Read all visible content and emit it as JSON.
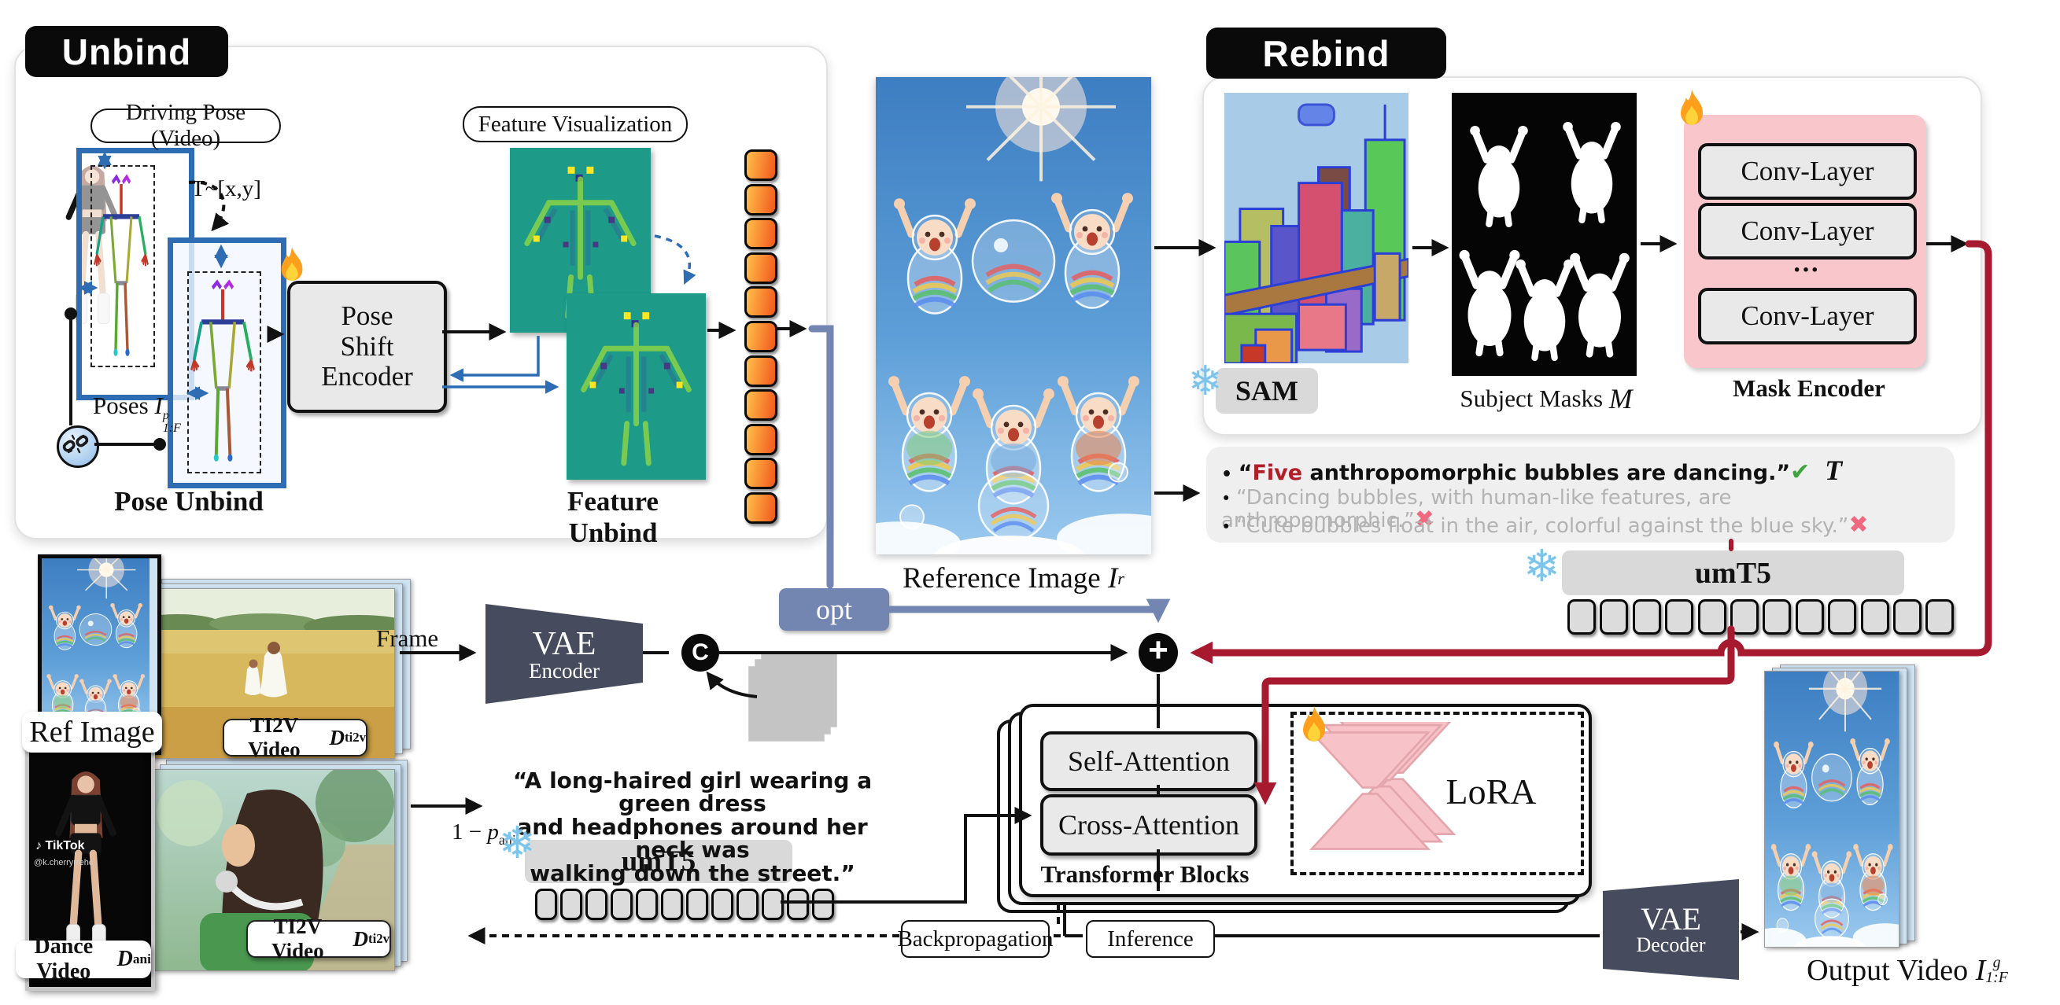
{
  "unbind": {
    "tab": "Unbind",
    "driving_pose_label": "Driving Pose (Video)",
    "transform_label": "T~[x,y]",
    "poses_label": "Poses",
    "poses_var": "I",
    "poses_sup": "p",
    "poses_sub": "1:F",
    "pose_unbind_label": "Pose Unbind",
    "encoder_line1": "Pose",
    "encoder_line2": "Shift",
    "encoder_line3": "Encoder",
    "feature_visualization_label": "Feature Visualization",
    "feature_unbind_label": "Feature Unbind"
  },
  "reference": {
    "caption": "Reference Image",
    "var": "I",
    "sup": "r"
  },
  "rebind": {
    "tab": "Rebind",
    "sam_label": "SAM",
    "subject_masks_label": "Subject Masks",
    "masks_var": "M",
    "mask_encoder_label": "Mask Encoder",
    "conv_layer_label": "Conv-Layer",
    "conv_ellipsis": "···",
    "umt5_label": "umT5",
    "prompt_correct_prefix": "“",
    "prompt_correct_highlight": "Five",
    "prompt_correct_rest": " anthropomorphic bubbles are dancing.”",
    "prompt_correct_mark": "✔",
    "prompt_symbol": "T",
    "prompt_wrong_1": "“Dancing bubbles, with human-like features, are anthropomorphic.”",
    "prompt_wrong_mark_1": "✖",
    "prompt_wrong_2": "“Cute bubbles float in the air, colorful against the blue sky.”",
    "prompt_wrong_mark_2": "✖"
  },
  "training": {
    "frame_label": "Frame",
    "vae_encoder_line1": "VAE",
    "vae_encoder_line2": "Encoder",
    "concat_symbol": "C",
    "opt_label": "opt",
    "add_symbol": "+",
    "ref_image_label": "Ref Image",
    "ti2v_video_label": "TI2V Video",
    "d_var": "D",
    "ti2v_sub": "ti2v",
    "dance_video_label": "Dance Video",
    "dance_sub": "ani",
    "tiktok_label": "TikTok",
    "tiktok_handle": "@k.cherryrrehc",
    "prompt_line1": "“A long-haired girl wearing a green dress",
    "prompt_line2": "and headphones around her neck was",
    "prompt_line3": "walking down the street.”",
    "p_prefix": "1 −",
    "p_var": "p",
    "p_sub": "ani",
    "umt5_label": "umT5",
    "self_attention_label": "Self-Attention",
    "cross_attention_label": "Cross-Attention",
    "transformer_blocks_label": "Transformer Blocks",
    "lora_label": "LoRA",
    "backpropagation_label": "Backpropagation",
    "inference_label": "Inference",
    "vae_decoder_line1": "VAE",
    "vae_decoder_line2": "Decoder",
    "output_caption": "Output Video",
    "output_var": "I",
    "output_sup": "g",
    "output_sub": "1:F"
  },
  "icons": {
    "snowflake": "❄"
  },
  "tokens": {
    "unbind_count": 11,
    "rebind_count": 12,
    "prompt_count": 12
  },
  "colors": {
    "accent_red": "#A6192E",
    "steel_blue": "#2E6DB4",
    "slate_blue": "#7386B2",
    "dark_slate": "#474B5E",
    "token_orange": "#F2571B",
    "pink": "#F9C6CB",
    "check_green": "#3FA33F",
    "cross_pink": "#F0697E",
    "highlight_red": "#B01E28"
  }
}
